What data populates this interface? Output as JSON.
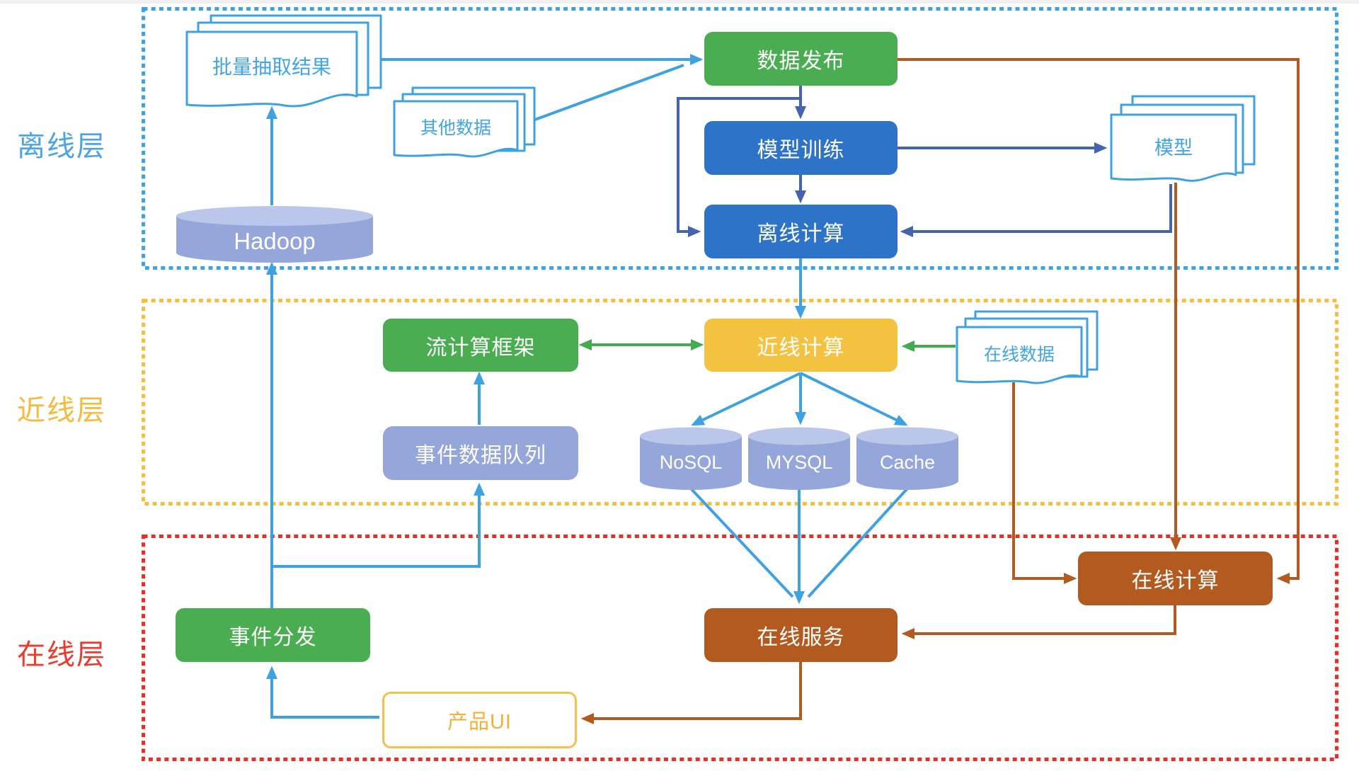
{
  "layers": [
    {
      "id": "offline",
      "label": "离线层",
      "border_color": "#3ea2e2",
      "label_color": "#4aa4e6"
    },
    {
      "id": "nearline",
      "label": "近线层",
      "border_color": "#f5bf3e",
      "label_color": "#f7ba3d"
    },
    {
      "id": "online",
      "label": "在线层",
      "border_color": "#ec2d25",
      "label_color": "#ee392c"
    }
  ],
  "nodes": {
    "batch_result": {
      "label": "批量抽取结果",
      "type": "document-stack",
      "layer": "offline"
    },
    "other_data": {
      "label": "其他数据",
      "type": "document-stack",
      "layer": "offline"
    },
    "data_publish": {
      "label": "数据发布",
      "type": "process-green",
      "layer": "offline"
    },
    "model_training": {
      "label": "模型训练",
      "type": "process-blue",
      "layer": "offline"
    },
    "offline_compute": {
      "label": "离线计算",
      "type": "process-blue",
      "layer": "offline"
    },
    "model": {
      "label": "模型",
      "type": "document-stack",
      "layer": "offline"
    },
    "hadoop": {
      "label": "Hadoop",
      "type": "database",
      "layer": "offline"
    },
    "stream_framework": {
      "label": "流计算框架",
      "type": "process-green",
      "layer": "nearline"
    },
    "nearline_compute": {
      "label": "近线计算",
      "type": "process-yellow",
      "layer": "nearline"
    },
    "online_data": {
      "label": "在线数据",
      "type": "document-stack",
      "layer": "nearline"
    },
    "event_queue": {
      "label": "事件数据队列",
      "type": "queue",
      "layer": "nearline"
    },
    "nosql": {
      "label": "NoSQL",
      "type": "database",
      "layer": "nearline"
    },
    "mysql": {
      "label": "MYSQL",
      "type": "database",
      "layer": "nearline"
    },
    "cache": {
      "label": "Cache",
      "type": "database",
      "layer": "nearline"
    },
    "online_compute": {
      "label": "在线计算",
      "type": "process-brown",
      "layer": "online"
    },
    "event_dispatch": {
      "label": "事件分发",
      "type": "process-green",
      "layer": "online"
    },
    "online_service": {
      "label": "在线服务",
      "type": "process-brown",
      "layer": "online"
    },
    "product_ui": {
      "label": "产品UI",
      "type": "ui-outline",
      "layer": "online"
    }
  },
  "edges": [
    {
      "from": "batch_result",
      "to": "data_publish",
      "color": "light-blue"
    },
    {
      "from": "other_data",
      "to": "data_publish",
      "color": "light-blue"
    },
    {
      "from": "hadoop",
      "to": "batch_result",
      "color": "light-blue"
    },
    {
      "from": "event_dispatch",
      "to": "hadoop",
      "color": "light-blue"
    },
    {
      "from": "event_dispatch",
      "to": "event_queue",
      "color": "light-blue"
    },
    {
      "from": "event_queue",
      "to": "stream_framework",
      "color": "light-blue"
    },
    {
      "from": "offline_compute",
      "to": "nearline_compute",
      "color": "light-blue"
    },
    {
      "from": "nearline_compute",
      "to": "nosql",
      "color": "light-blue"
    },
    {
      "from": "nearline_compute",
      "to": "mysql",
      "color": "light-blue"
    },
    {
      "from": "nearline_compute",
      "to": "cache",
      "color": "light-blue"
    },
    {
      "from": "nosql",
      "to": "online_service",
      "color": "light-blue"
    },
    {
      "from": "mysql",
      "to": "online_service",
      "color": "light-blue"
    },
    {
      "from": "cache",
      "to": "online_service",
      "color": "light-blue"
    },
    {
      "from": "product_ui",
      "to": "event_dispatch",
      "color": "light-blue"
    },
    {
      "from": "data_publish",
      "to": "model_training",
      "color": "indigo"
    },
    {
      "from": "data_publish",
      "to": "offline_compute",
      "color": "indigo"
    },
    {
      "from": "model_training",
      "to": "offline_compute",
      "color": "indigo"
    },
    {
      "from": "model_training",
      "to": "model",
      "color": "indigo"
    },
    {
      "from": "model",
      "to": "offline_compute",
      "color": "indigo"
    },
    {
      "from": "stream_framework",
      "to": "nearline_compute",
      "color": "green",
      "bidirectional": true
    },
    {
      "from": "online_data",
      "to": "nearline_compute",
      "color": "green"
    },
    {
      "from": "data_publish",
      "to": "online_compute",
      "color": "brown"
    },
    {
      "from": "model",
      "to": "online_compute",
      "color": "brown"
    },
    {
      "from": "online_data",
      "to": "online_compute",
      "color": "brown"
    },
    {
      "from": "online_compute",
      "to": "online_service",
      "color": "brown"
    },
    {
      "from": "online_service",
      "to": "product_ui",
      "color": "brown"
    }
  ],
  "colors": {
    "arrow_light_blue": "#3ea2e2",
    "arrow_indigo": "#4663ad",
    "arrow_green": "#42ab4f",
    "arrow_brown": "#b35a20",
    "box_green": "#4bad52",
    "box_blue": "#2d73c8",
    "box_yellow": "#f2c240",
    "box_brown": "#b35a20",
    "box_periwinkle": "#95a6da",
    "cylinder_top": "#bac7ea",
    "doc_outline": "#3ea2e2",
    "doc_text": "#41a6e8",
    "product_ui_border": "#f6c14b",
    "product_ui_text": "#f2b138"
  }
}
